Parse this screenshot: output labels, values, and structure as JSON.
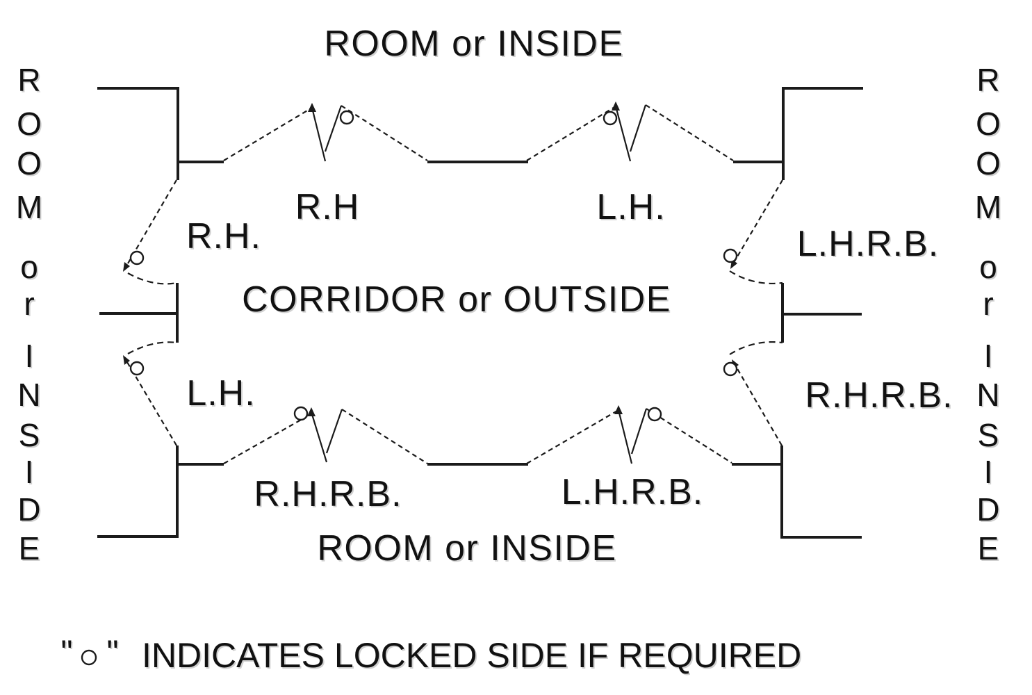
{
  "page": {
    "background": "#ffffff",
    "line_color": "#1b1b1b"
  },
  "diagram": {
    "top_region_label": "ROOM or INSIDE",
    "bottom_region_label": "ROOM or INSIDE",
    "left_region_label": "ROOM or INSIDE",
    "right_region_label": "ROOM or INSIDE",
    "center_region_label": "CORRIDOR or OUTSIDE",
    "door_labels": {
      "top_wall_left_door": "R.H",
      "left_wall_top_door": "R.H.",
      "top_wall_right_door": "L.H.",
      "right_wall_top_door": "L.H.R.B.",
      "left_wall_bottom_door": "L.H.",
      "right_wall_bottom_door": "R.H.R.B.",
      "bottom_wall_left_door": "R.H.R.B.",
      "bottom_wall_right_door": "L.H.R.B."
    },
    "legend": {
      "open_quote": "\"",
      "locked_symbol": "o",
      "close_quote": "\"",
      "text": "INDICATES LOCKED SIDE IF REQUIRED"
    }
  }
}
